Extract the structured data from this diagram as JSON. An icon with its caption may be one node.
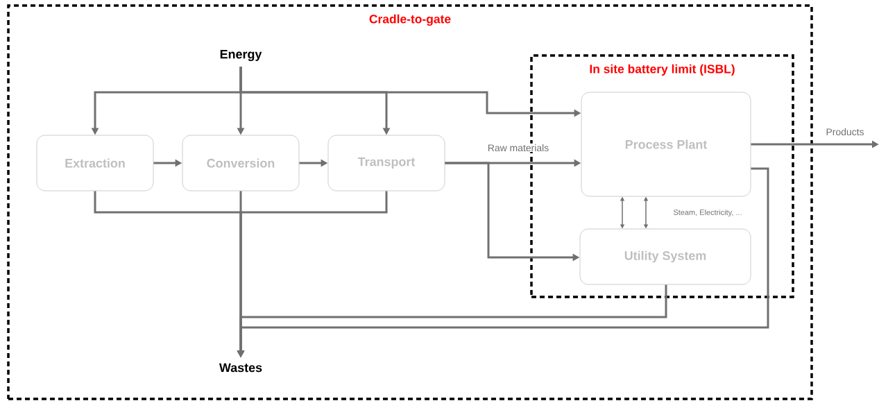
{
  "diagram": {
    "nodes": [
      {
        "text": [
          "Cradle-to-gate"
        ]
      },
      {
        "text": [
          "In site battery limit (ISBL)"
        ],
        "in": 0
      },
      {
        "text": [
          "Energy"
        ],
        "in": 0
      },
      {
        "text": [
          "Extraction"
        ],
        "in": 0
      },
      {
        "text": [
          "Conversion"
        ],
        "in": 0
      },
      {
        "text": [
          "Transport"
        ],
        "in": 0
      },
      {
        "text": [
          "Process Plant"
        ],
        "in": 1
      },
      {
        "text": [
          "Utility System"
        ],
        "in": 1
      },
      {
        "text": [
          "Wastes"
        ],
        "in": 0
      }
    ],
    "edges": [
      {
        "from": 2,
        "to": 3,
        "arrow": "to"
      },
      {
        "from": 2,
        "to": 4,
        "arrow": "to"
      },
      {
        "from": 2,
        "to": 5,
        "arrow": "to"
      },
      {
        "from": 2,
        "to": 6,
        "arrow": "to"
      },
      {
        "from": 3,
        "to": 4,
        "arrow": "to"
      },
      {
        "from": 4,
        "to": 5,
        "arrow": "to"
      },
      {
        "from": 5,
        "to": 6,
        "arrow": "to",
        "label": "Raw materials"
      },
      {
        "from": 5,
        "to": 7,
        "arrow": "to"
      },
      {
        "from": 6,
        "to": 7,
        "arrow": "both"
      },
      {
        "from": 6,
        "to": 7,
        "arrow": "both",
        "label": "Steam, Electricity, ..."
      },
      {
        "from": 3,
        "to": 8,
        "arrow": "to"
      },
      {
        "from": 4,
        "to": 8,
        "arrow": "to"
      },
      {
        "from": 5,
        "to": 8,
        "arrow": "to"
      },
      {
        "from": 7,
        "to": 8,
        "arrow": "to"
      },
      {
        "from": 6,
        "to": 8,
        "arrow": "to"
      },
      {
        "from": 6,
        "to": null,
        "arrow": "to",
        "label": "Products"
      }
    ]
  }
}
